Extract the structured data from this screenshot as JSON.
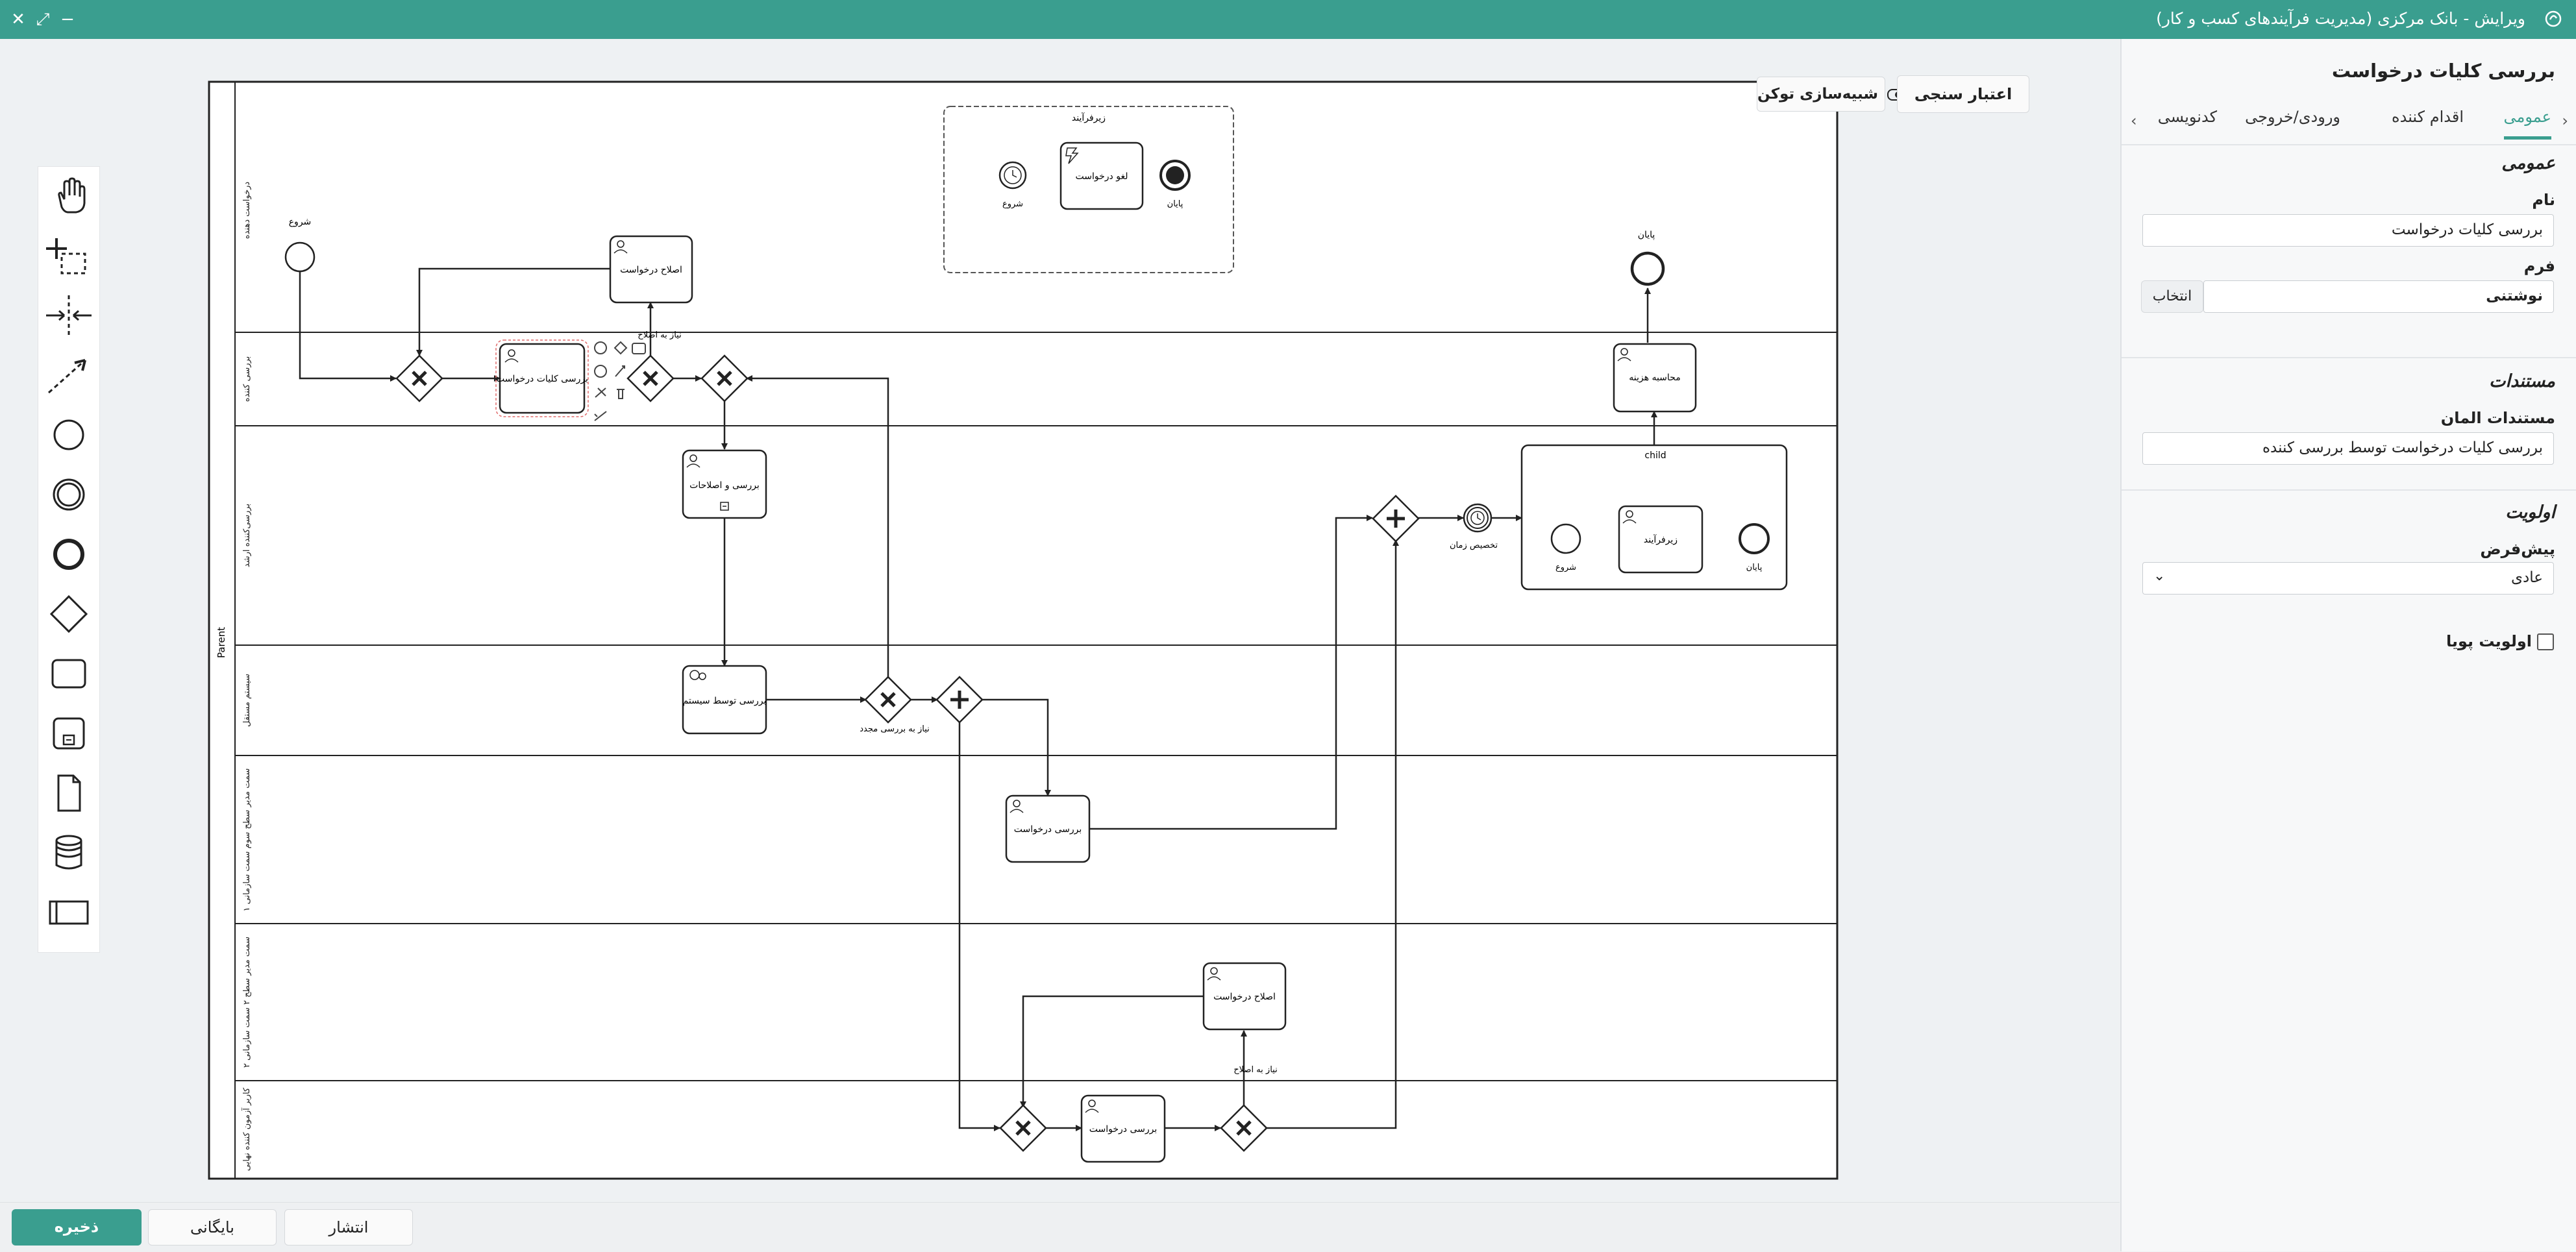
{
  "window": {
    "title": "ویرایش - بانک مرکزی (مدیریت فرآیندهای کسب و کار)"
  },
  "toolbar": {
    "token_sim_label": "شبیه‌سازی توکن",
    "validate_label": "اعتبار سنجی"
  },
  "footer": {
    "save_label": "ذخیره",
    "archive_label": "بایگانی",
    "publish_label": "انتشار"
  },
  "diagram": {
    "pool_label": "Parent",
    "lanes": [
      "درخواست دهنده",
      "بررسی کننده",
      "بررسی‌کننده ارشد",
      "سیستم مستقل",
      "سمت مدیر سطح سوم سمت سازمانی ۱",
      "سمت مدیر سطح ۲ سمت سازمانی ۲",
      "کاربر آزمون کننده نهایی"
    ],
    "subprocess_title": "زیرفرآیند",
    "sub_start": "شروع",
    "sub_task": "لغو درخواست",
    "sub_end": "پایان",
    "start_event": "شروع",
    "task_fix_request": "اصلاح درخواست",
    "task_review_general": "بررسی کلیات درخواست",
    "label_need_fix": "نیاز به اصلاح",
    "task_review_fix": "بررسی و اصلاحات",
    "task_system_review": "بررسی توسط سیستم",
    "label_need_review_again": "نیاز به بررسی مجدد",
    "task_review_request": "بررسی درخواست",
    "task_fix_request_2": "اصلاح درخواست",
    "task_review_request_2": "بررسی درخواست",
    "label_need_fix_2": "نیاز به اصلاح",
    "timer_label": "تخصیص زمان",
    "child_title": "child",
    "child_start": "شروع",
    "child_task": "زیرفرآیند",
    "child_end": "پایان",
    "task_cost": "محاسبه هزینه",
    "end_event": "پایان"
  },
  "panel": {
    "title": "بررسی کلیات درخواست",
    "tabs": [
      "عمومی",
      "اقدام کننده",
      "ورودی/خروجی",
      "کدنویسی"
    ],
    "section_general": "عمومی",
    "name_label": "نام",
    "name_value": "بررسی کلیات درخواست",
    "form_label": "فرم",
    "form_value": "نوشتنی",
    "form_button": "انتخاب",
    "section_docs": "مستندات",
    "docs_label": "مستندات المان",
    "docs_value": "بررسی کلیات درخواست توسط بررسی کننده",
    "section_priority": "اولویت",
    "default_label": "پیش‌فرض",
    "priority_value": "عادی",
    "dynamic_priority_label": "اولویت پویا"
  },
  "colors": {
    "accent": "#3a9e8f",
    "selection": "#e06a6a"
  }
}
